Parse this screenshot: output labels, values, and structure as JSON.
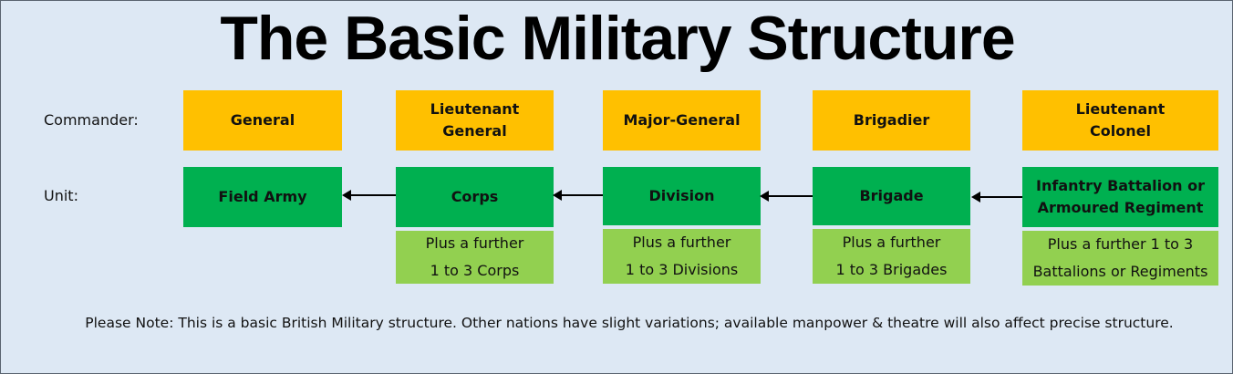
{
  "title": "The Basic Military Structure",
  "row_labels": {
    "commander": "Commander:",
    "unit": "Unit:"
  },
  "colors": {
    "background": "#dde8f4",
    "rank_fill": "#ffc000",
    "unit_fill": "#00b050",
    "extra_fill": "#92d050"
  },
  "columns": [
    {
      "rank": "General",
      "unit": "Field Army",
      "extra": ""
    },
    {
      "rank": "Lieutenant\nGeneral",
      "unit": "Corps",
      "extra": "Plus a further\n1 to 3 Corps"
    },
    {
      "rank": "Major-General",
      "unit": "Division",
      "extra": "Plus a further\n1 to 3 Divisions"
    },
    {
      "rank": "Brigadier",
      "unit": "Brigade",
      "extra": "Plus a further\n1 to 3 Brigades"
    },
    {
      "rank": "Lieutenant\nColonel",
      "unit": "Infantry Battalion or\nArmoured Regiment",
      "extra": "Plus a further 1 to 3\nBattalions or Regiments"
    }
  ],
  "note": "Please Note: This is a basic British Military structure. Other nations have slight variations; available manpower & theatre will also affect precise structure."
}
